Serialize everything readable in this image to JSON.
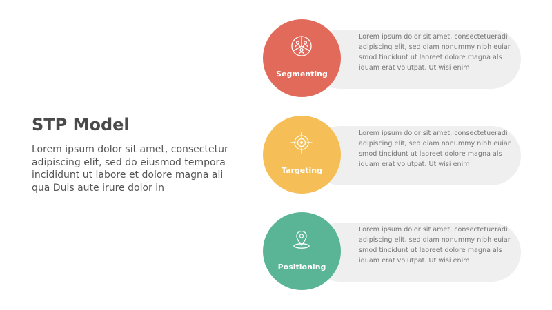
{
  "header": {
    "title": "STP Model",
    "description": "Lorem ipsum dolor sit amet, consectetur adipiscing elit, sed do eiusmod tempora incididunt ut labore et dolore magna ali qua Duis aute irure dolor in"
  },
  "steps": [
    {
      "label": "Segmenting",
      "icon": "segmenting-icon",
      "color": "#e26a5a",
      "text": "Lorem ipsum dolor sit amet, consectetueradi\nadipiscing elit, sed diam nonummy nibh euiar\nsmod tincidunt ut laoreet dolore magna als\niquam erat volutpat. Ut wisi enim"
    },
    {
      "label": "Targeting",
      "icon": "target-icon",
      "color": "#f5be56",
      "text": "Lorem ipsum dolor sit amet, consectetueradi\nadipiscing elit, sed diam nonummy nibh euiar\nsmod tincidunt ut laoreet dolore magna als\niquam erat volutpat. Ut wisi enim"
    },
    {
      "label": "Positioning",
      "icon": "location-pin-icon",
      "color": "#5ab597",
      "text": "Lorem ipsum dolor sit amet, consectetueradi\nadipiscing elit, sed diam nonummy nibh euiar\nsmod tincidunt ut laoreet dolore magna als\niquam erat volutpat. Ut wisi enim"
    }
  ]
}
